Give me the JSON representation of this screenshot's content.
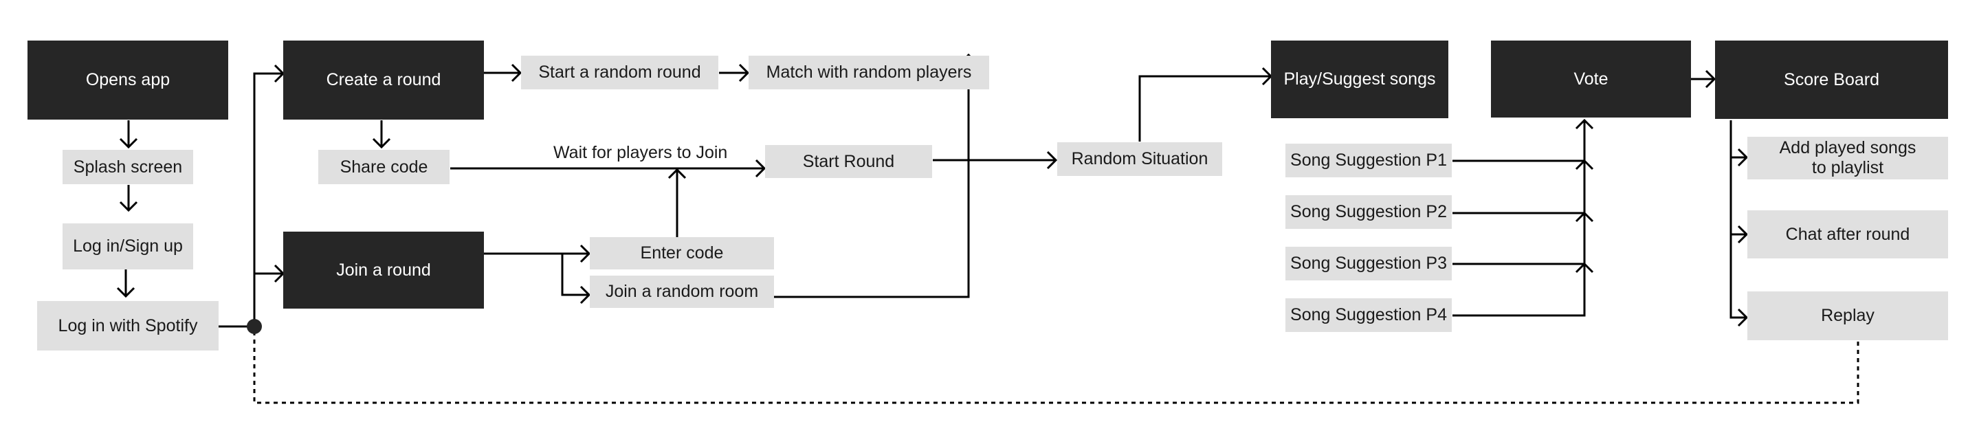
{
  "nodes": {
    "opens_app": "Opens app",
    "splash": "Splash screen",
    "login_signup": "Log in/Sign up",
    "login_spotify": "Log in with Spotify",
    "create_round": "Create a round",
    "share_code": "Share code",
    "join_round": "Join a round",
    "start_random_round": "Start a random round",
    "match_random": "Match with random players",
    "enter_code": "Enter code",
    "join_random_room": "Join a random room",
    "start_round": "Start Round",
    "random_situation": "Random Situation",
    "play_suggest": "Play/Suggest songs",
    "song_p1": "Song Suggestion P1",
    "song_p2": "Song Suggestion P2",
    "song_p3": "Song Suggestion P3",
    "song_p4": "Song Suggestion P4",
    "vote": "Vote",
    "score_board": "Score Board",
    "add_played": "Add played songs to playlist",
    "chat_after": "Chat after round",
    "replay": "Replay"
  },
  "edge_labels": {
    "wait_players": "Wait for players to Join"
  },
  "colors": {
    "dark_node": "#262626",
    "light_node": "#e0e0e0",
    "line": "#000000"
  }
}
